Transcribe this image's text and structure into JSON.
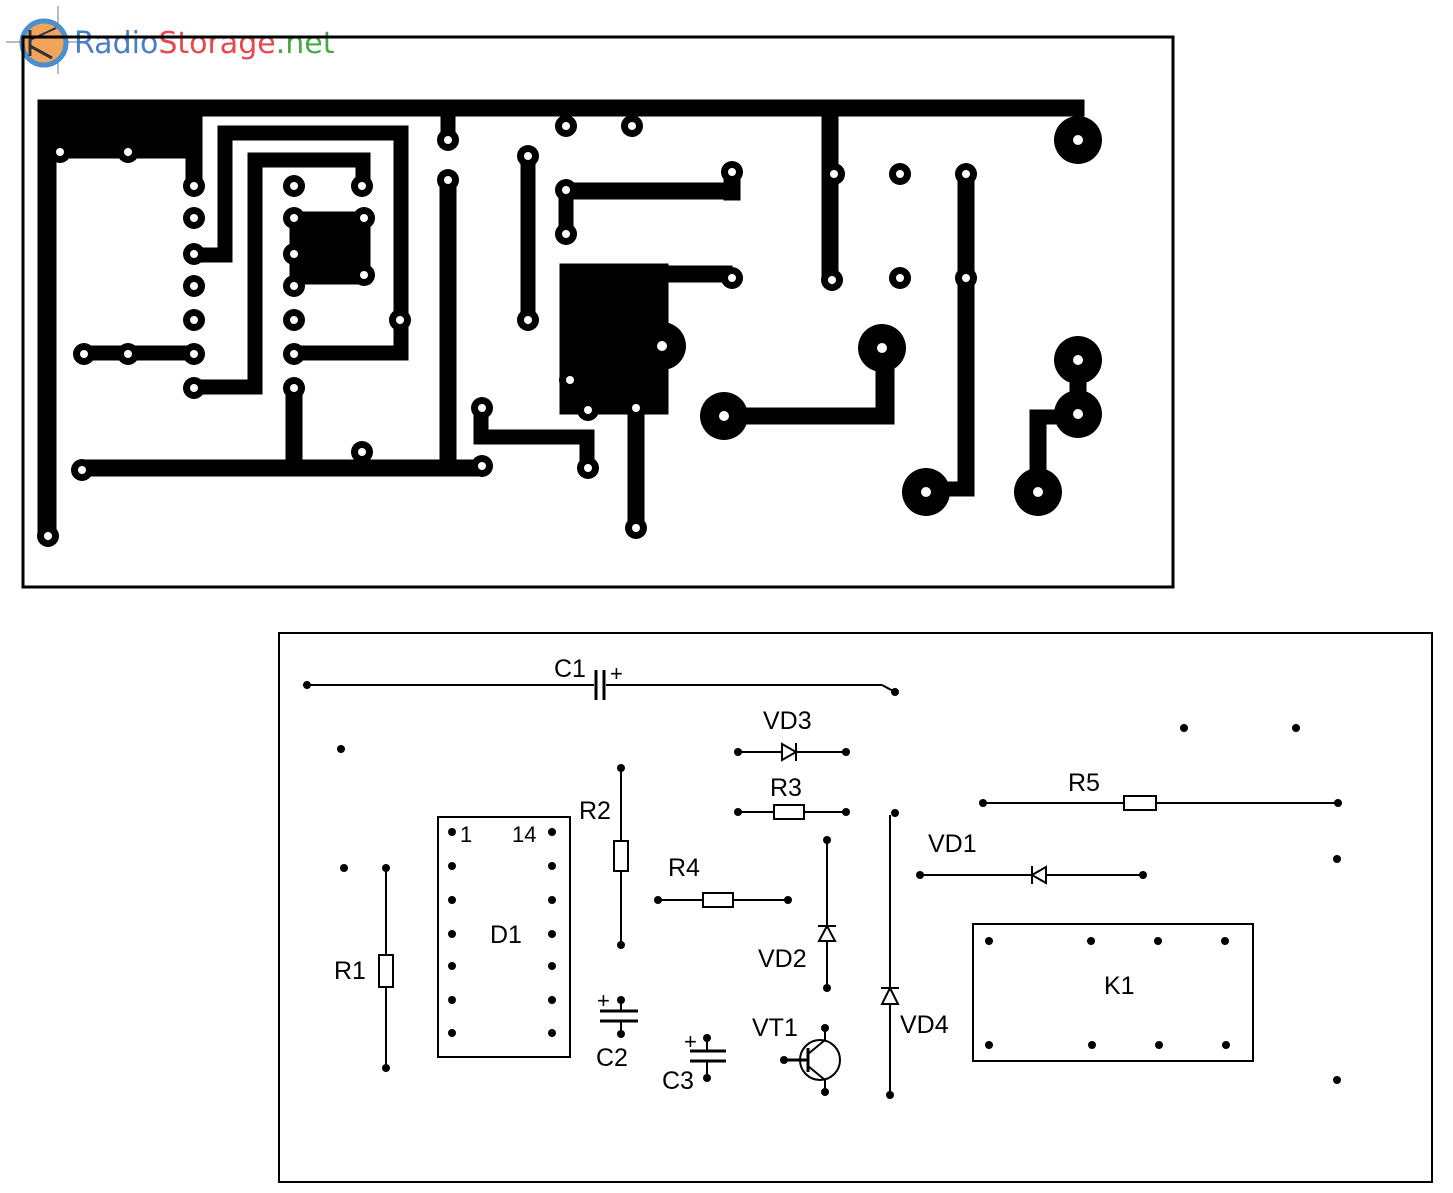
{
  "logo": {
    "part1": "Radio",
    "part2": "Storage",
    "part3": ".net",
    "colors": [
      "#4a7fc8",
      "#e8474b",
      "#49a84a"
    ]
  },
  "labels": {
    "C1": "C1",
    "C1_plus": "+",
    "VD3": "VD3",
    "R3": "R3",
    "R2": "R2",
    "R4": "R4",
    "R5": "R5",
    "VD1": "VD1",
    "VD2": "VD2",
    "VD4": "VD4",
    "R1": "R1",
    "D1": "D1",
    "pin1": "1",
    "pin14": "14",
    "C2": "C2",
    "C2_plus": "+",
    "C3": "C3",
    "C3_plus": "+",
    "VT1": "VT1",
    "K1": "K1"
  }
}
